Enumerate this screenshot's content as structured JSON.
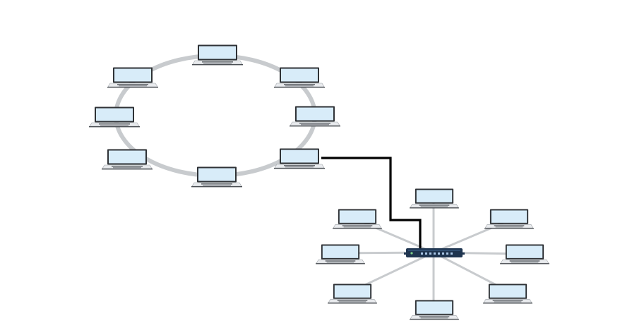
{
  "colors": {
    "background": "#ffffff",
    "ring_cable": "#c8cbce",
    "star_cable": "#c8cbce",
    "trunk_cable": "#000000",
    "laptop_frame": "#2f3236",
    "laptop_screen": "#d8ecf9",
    "laptop_base": "#e9ebee",
    "laptop_keys": "#6d7176",
    "switch_body": "#1f3550",
    "switch_ports": "#a9c6e6"
  },
  "ring_network": {
    "node_icon": "laptop-icon",
    "node_count": 8,
    "nodes": [
      {
        "id": "ring-laptop-1"
      },
      {
        "id": "ring-laptop-2"
      },
      {
        "id": "ring-laptop-3"
      },
      {
        "id": "ring-laptop-4"
      },
      {
        "id": "ring-laptop-5"
      },
      {
        "id": "ring-laptop-6"
      },
      {
        "id": "ring-laptop-7"
      },
      {
        "id": "ring-laptop-8"
      }
    ]
  },
  "star_network": {
    "hub_icon": "network-switch-icon",
    "node_icon": "laptop-icon",
    "node_count": 8,
    "nodes": [
      {
        "id": "star-laptop-1"
      },
      {
        "id": "star-laptop-2"
      },
      {
        "id": "star-laptop-3"
      },
      {
        "id": "star-laptop-4"
      },
      {
        "id": "star-laptop-5"
      },
      {
        "id": "star-laptop-6"
      },
      {
        "id": "star-laptop-7"
      },
      {
        "id": "star-laptop-8"
      }
    ]
  },
  "connections": [
    {
      "from": "ring-laptop-4",
      "to": "star-switch",
      "style": "trunk"
    }
  ]
}
